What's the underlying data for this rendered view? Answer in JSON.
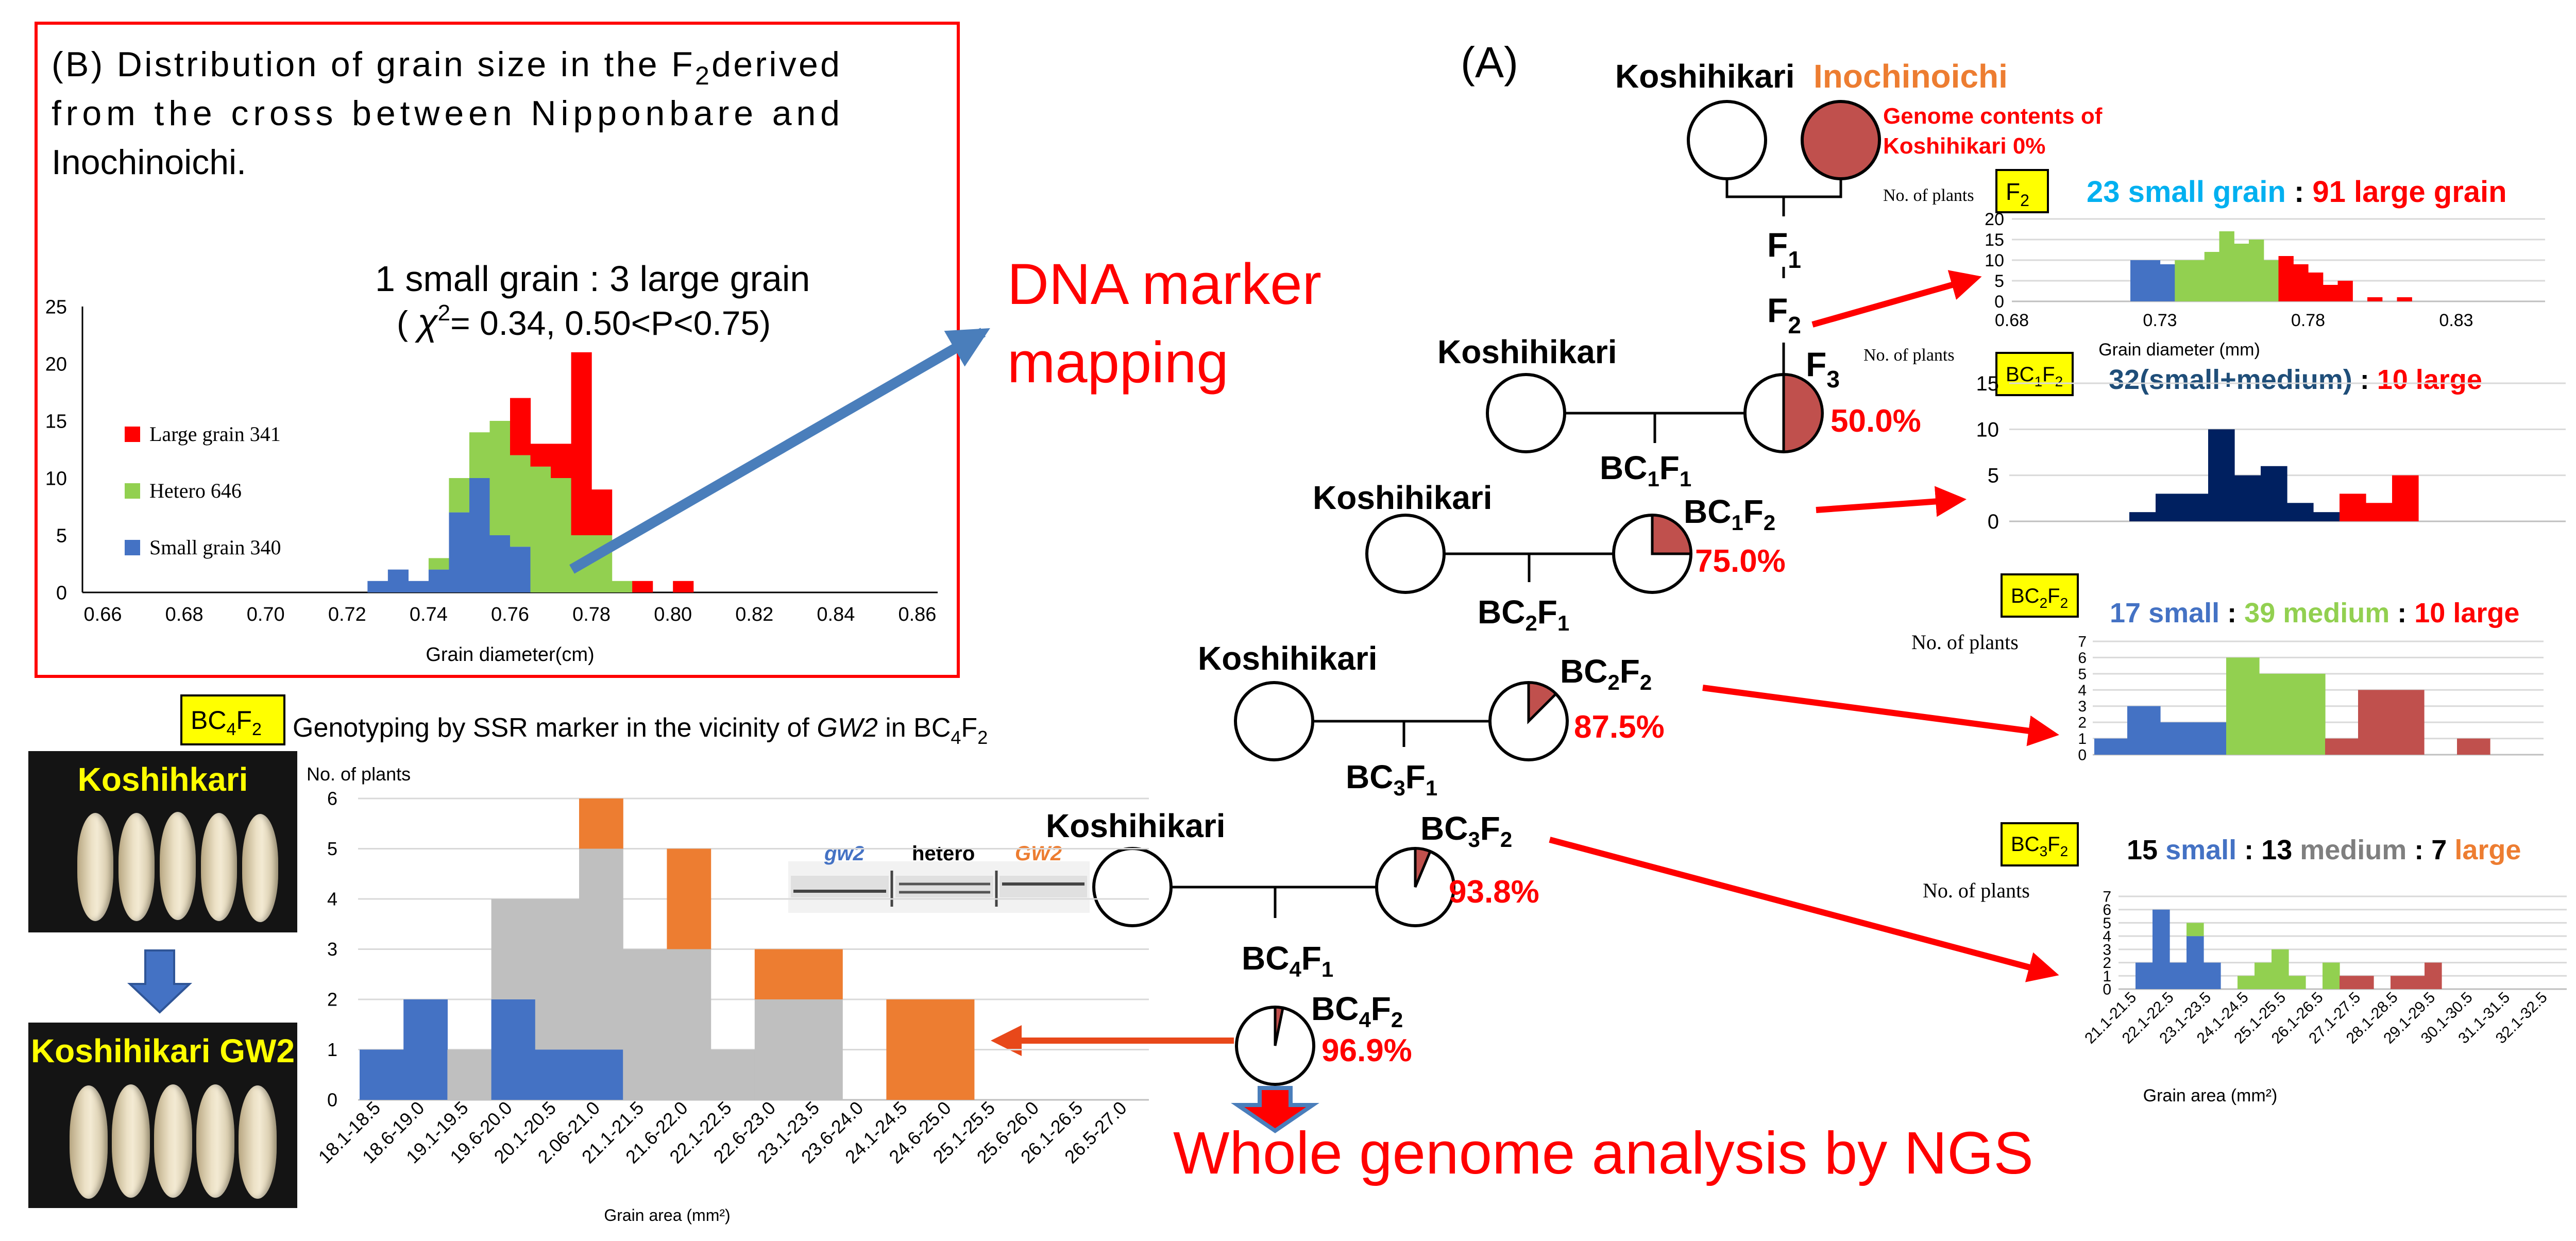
{
  "panel_a_label": "(A)",
  "panel_b": {
    "title_parts": [
      "(B) Distribution of grain size in the F",
      "2",
      " derived from the cross between Nipponbare and Inochinoichi."
    ],
    "ratio_line1": "1 small grain : 3 large grain",
    "ratio_line2_pre": "( ",
    "ratio_chi": "χ",
    "ratio_sup": "2",
    "ratio_line2_post": "= 0.34, 0.50<P<0.75)",
    "legend": [
      "Large grain 341",
      "Hetero 646",
      "Small grain 340"
    ]
  },
  "pedigree": {
    "koshihikari": "Koshihikari",
    "inochinoichi": "Inochinoichi",
    "genome_note_1": "Genome contents of",
    "genome_note_2": "Koshihikari  0%",
    "F": "F",
    "BC": "BC",
    "sub1": "1",
    "sub2": "2",
    "sub3": "3",
    "sub4": "4",
    "pct_f3": "50.0%",
    "pct_bc1": "75.0%",
    "pct_bc2": "87.5%",
    "pct_bc3": "93.8%",
    "pct_bc4": "96.9%"
  },
  "dna_marker_1": "DNA  marker",
  "dna_marker_2": "mapping",
  "whole_genome": "Whole genome analysis by NGS",
  "no_of_plants": "No. of plants",
  "gel": {
    "gw2": "gw2",
    "hetero": "hetero",
    "GW2": "GW2"
  },
  "bc4_tag": "BC",
  "bc4_title_pre": "Genotyping by SSR marker in the vicinity of ",
  "bc4_title_gene": "GW2",
  "bc4_title_post": " in BC",
  "photos": {
    "top": "Koshihkari",
    "bottom": "Koshihikari GW2"
  },
  "ratios": {
    "f2": {
      "n1": "23",
      "w1": " small grain",
      "sep": " : ",
      "n2": "91",
      "w2": " large grain"
    },
    "bc1": {
      "a": "32(small+medium)",
      "sep": " : ",
      "b": "10 large"
    },
    "bc2": {
      "a": "17 small",
      "s1": "  : ",
      "b": "39 medium",
      "s2": "  : ",
      "c": "10 large"
    },
    "bc3": {
      "n1": "15",
      "w1": " small",
      "s1": " : ",
      "n2": "13",
      "w2": " medium",
      "s2": " : ",
      "n3": "7",
      "w3": " large"
    }
  },
  "colors": {
    "small": "#4472c4",
    "hetero": "#92d050",
    "large": "#ff0000",
    "orange": "#ed7d31",
    "gray": "#bfbfbf",
    "navy": "#002060",
    "maroon": "#c0504d",
    "cyan": "#00b0f0",
    "ratio_blue": "#1f4e79",
    "gene_blue": "#4472c4",
    "tag": "#ffff00"
  },
  "chart_data": [
    {
      "id": "b",
      "type": "bar",
      "xlabel": "Grain diameter(cm)",
      "ylabel": "",
      "x_ticks": [
        "0.66",
        "0.68",
        "0.70",
        "0.72",
        "0.74",
        "0.76",
        "0.78",
        "0.80",
        "0.82",
        "0.84",
        "0.86"
      ],
      "ylim": [
        0,
        25
      ],
      "y_ticks": [
        "0",
        "5",
        "10",
        "15",
        "20",
        "25"
      ],
      "stacked": true,
      "bin_start": 0.725,
      "bin_width": 0.005,
      "series": [
        {
          "name": "Small grain 340",
          "color": "#4472c4",
          "values": [
            1,
            2,
            1,
            2,
            7,
            10,
            5,
            4,
            0,
            0,
            0,
            0,
            0,
            0,
            0,
            0,
            0,
            0,
            0,
            0,
            0,
            0,
            0,
            0,
            0,
            0,
            0,
            0
          ]
        },
        {
          "name": "Hetero 646",
          "color": "#92d050",
          "values": [
            0,
            0,
            0,
            1,
            3,
            4,
            10,
            8,
            11,
            10,
            5,
            5,
            1,
            0,
            0,
            0,
            0,
            0,
            0,
            0,
            0,
            0,
            0,
            0,
            0,
            0,
            0,
            0
          ]
        },
        {
          "name": "Large grain 341",
          "color": "#ff0000",
          "values": [
            0,
            0,
            0,
            0,
            0,
            0,
            0,
            5,
            2,
            3,
            16,
            4,
            0,
            1,
            0,
            1,
            0,
            0,
            0,
            0,
            0,
            0,
            0,
            0,
            0,
            0,
            0,
            0
          ]
        }
      ]
    },
    {
      "id": "f2",
      "type": "bar",
      "xlabel": "Grain diameter (mm)",
      "x_ticks": [
        "0.68",
        "0.73",
        "0.78",
        "0.83"
      ],
      "x_range": [
        0.68,
        0.86
      ],
      "y_ticks": [
        "0",
        "5",
        "10",
        "15",
        "20"
      ],
      "ylim": [
        0,
        20
      ],
      "bin_start": 0.72,
      "bin_width": 0.005,
      "series": [
        {
          "name": "small",
          "color": "#4472c4",
          "values": [
            10,
            10,
            9,
            0,
            0,
            0,
            0,
            0,
            0,
            0,
            0,
            0,
            0,
            0,
            0,
            0,
            0,
            0,
            0,
            0
          ]
        },
        {
          "name": "medium",
          "color": "#92d050",
          "values": [
            0,
            0,
            0,
            10,
            10,
            12,
            17,
            14,
            15,
            10,
            0,
            0,
            0,
            0,
            0,
            0,
            0,
            0,
            0,
            0
          ]
        },
        {
          "name": "large",
          "color": "#ff0000",
          "values": [
            0,
            0,
            0,
            0,
            0,
            0,
            0,
            0,
            0,
            0,
            11,
            9,
            7,
            4,
            5,
            0,
            1,
            0,
            1,
            0
          ]
        }
      ]
    },
    {
      "id": "bc1",
      "type": "bar",
      "y_ticks": [
        "0",
        "5",
        "10",
        "15"
      ],
      "ylim": [
        0,
        15
      ],
      "series": [
        {
          "name": "small+medium",
          "color": "#002060",
          "values": [
            0,
            1,
            3,
            3,
            10,
            5,
            6,
            2,
            1,
            0,
            0,
            0
          ]
        },
        {
          "name": "large",
          "color": "#ff0000",
          "values": [
            0,
            0,
            0,
            0,
            0,
            0,
            0,
            0,
            0,
            3,
            2,
            5
          ]
        }
      ]
    },
    {
      "id": "bc2",
      "type": "bar",
      "y_ticks": [
        "0",
        "1",
        "2",
        "3",
        "4",
        "5",
        "6",
        "7"
      ],
      "ylim": [
        0,
        7
      ],
      "series": [
        {
          "name": "small",
          "color": "#4472c4",
          "values": [
            1,
            3,
            2,
            2,
            0,
            0,
            0,
            0,
            0,
            0,
            0,
            0
          ]
        },
        {
          "name": "medium",
          "color": "#92d050",
          "values": [
            0,
            0,
            0,
            0,
            6,
            5,
            5,
            0,
            0,
            0,
            0,
            0
          ]
        },
        {
          "name": "large",
          "color": "#c0504d",
          "values": [
            0,
            0,
            0,
            0,
            0,
            0,
            0,
            1,
            4,
            4,
            0,
            1
          ]
        }
      ]
    },
    {
      "id": "bc3",
      "type": "bar",
      "xlabel": "Grain area (mm²)",
      "x_ticks": [
        "21.1-21.5",
        "22.1-22.5",
        "23.1-23.5",
        "24.1-24.5",
        "25.1-25.5",
        "26.1-26.5",
        "27.1-27.5",
        "28.1-28.5",
        "29.1-29.5",
        "30.1-30.5",
        "31.1-31.5",
        "32.1-32.5"
      ],
      "y_ticks": [
        "0",
        "1",
        "2",
        "3",
        "4",
        "5",
        "6",
        "7"
      ],
      "ylim": [
        0,
        7
      ],
      "series": [
        {
          "name": "small",
          "color": "#4472c4",
          "values": [
            0,
            2,
            6,
            2,
            4,
            2,
            0,
            0,
            0,
            0,
            0,
            0,
            0,
            0,
            0,
            0,
            0,
            0,
            0,
            0,
            0,
            0
          ]
        },
        {
          "name": "medium",
          "color": "#92d050",
          "values": [
            0,
            0,
            0,
            0,
            1,
            0,
            0,
            1,
            2,
            3,
            1,
            0,
            2,
            0,
            0,
            0,
            0,
            0,
            0,
            0,
            0,
            0
          ]
        },
        {
          "name": "large",
          "color": "#c0504d",
          "values": [
            0,
            0,
            0,
            0,
            0,
            0,
            0,
            0,
            0,
            0,
            0,
            0,
            0,
            1,
            1,
            0,
            1,
            1,
            2,
            0,
            0,
            0
          ]
        }
      ]
    },
    {
      "id": "bc4",
      "type": "bar",
      "ylabel": "No. of plants",
      "xlabel": "Grain area (mm²)",
      "x_ticks": [
        "18.1-18.5",
        "18.6-19.0",
        "19.1-19.5",
        "19.6-20.0",
        "20.1-20.5",
        "2.06-21.0",
        "21.1-21.5",
        "21.6-22.0",
        "22.1-22.5",
        "22.6-23.0",
        "23.1-23.5",
        "23.6-24.0",
        "24.1-24.5",
        "24.6-25.0",
        "25.1-25.5",
        "25.6-26.0",
        "26.1-26.5",
        "26.5-27.0"
      ],
      "y_ticks": [
        "0",
        "1",
        "2",
        "3",
        "4",
        "5",
        "6"
      ],
      "ylim": [
        0,
        6
      ],
      "series": [
        {
          "name": "gw2",
          "color": "#4472c4",
          "values": [
            1,
            2,
            0,
            2,
            1,
            1,
            0,
            0,
            0,
            0,
            0,
            0,
            0,
            0,
            0,
            0,
            0,
            0
          ]
        },
        {
          "name": "hetero",
          "color": "#bfbfbf",
          "values": [
            0,
            0,
            1,
            2,
            3,
            4,
            3,
            3,
            1,
            2,
            2,
            0,
            0,
            0,
            0,
            0,
            0,
            0
          ]
        },
        {
          "name": "GW2",
          "color": "#ed7d31",
          "values": [
            0,
            0,
            0,
            0,
            0,
            1,
            0,
            2,
            0,
            1,
            1,
            0,
            2,
            2,
            0,
            0,
            0,
            0
          ]
        }
      ]
    }
  ]
}
